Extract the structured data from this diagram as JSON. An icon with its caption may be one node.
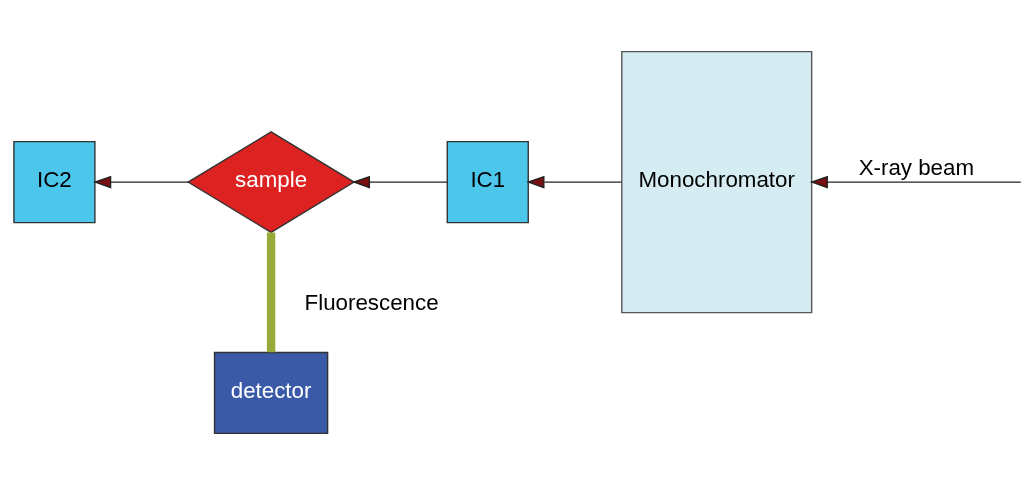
{
  "diagram": {
    "nodes": [
      {
        "text": [
          "Monochromator"
        ]
      },
      {
        "text": [
          "IC1"
        ]
      },
      {
        "text": [
          "sample"
        ]
      },
      {
        "text": [
          "IC2"
        ]
      },
      {
        "text": [
          "detector"
        ]
      }
    ],
    "edges": [
      {
        "from": null,
        "to": 0,
        "arrow": "to",
        "label": "X-ray beam"
      },
      {
        "from": 0,
        "to": 1,
        "arrow": "to"
      },
      {
        "from": 1,
        "to": 2,
        "arrow": "to"
      },
      {
        "from": 2,
        "to": 3,
        "arrow": "to"
      },
      {
        "from": 2,
        "to": 4,
        "arrow": "none",
        "label": "Fluorescence",
        "style": "thick",
        "color": "#9aaa3a"
      }
    ]
  }
}
